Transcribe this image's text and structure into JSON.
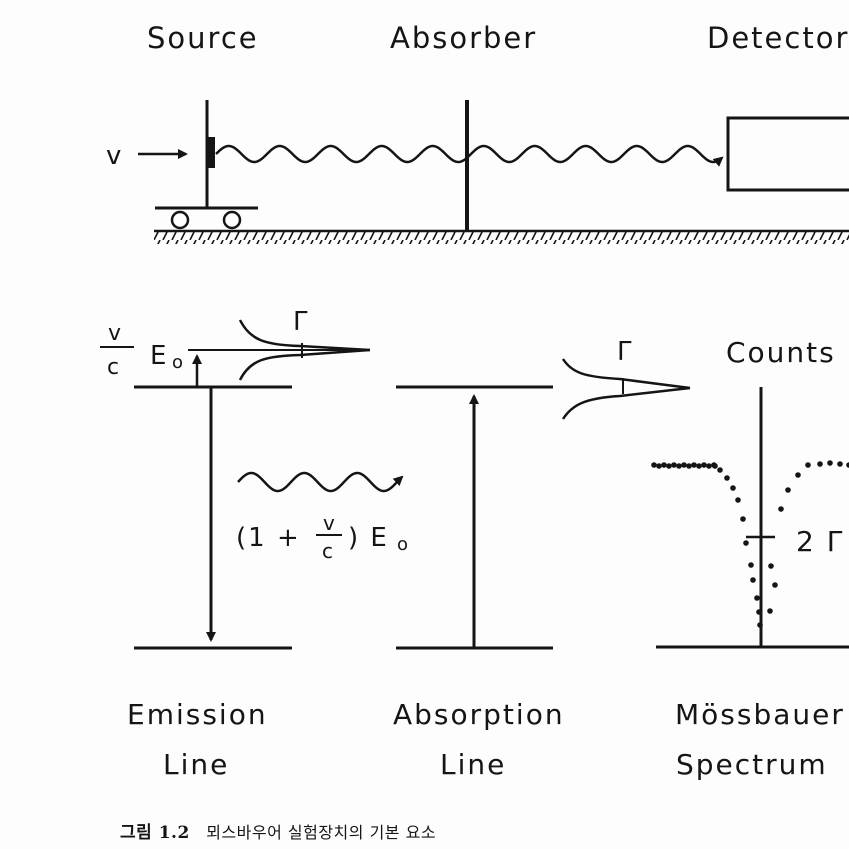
{
  "top_labels": {
    "source": "Source",
    "absorber": "Absorber",
    "detector": "Detector"
  },
  "velocity_label": "v",
  "emission": {
    "shift_fraction_num": "v",
    "shift_fraction_den": "c",
    "shift_energy": "E",
    "shift_energy_sub": "o",
    "linewidth_symbol": "Γ",
    "photon_energy_prefix": "(1 +",
    "photon_energy_num": "v",
    "photon_energy_den": "c",
    "photon_energy_suffix": ") E",
    "photon_energy_sub": "o",
    "label_line1": "Emission",
    "label_line2": "Line"
  },
  "absorption": {
    "linewidth_symbol": "Γ",
    "label_line1": "Absorption",
    "label_line2": "Line"
  },
  "spectrum": {
    "axis_label": "Counts",
    "width_label": "2 Γ",
    "label_line1": "Mössbauer",
    "label_line2": "Spectrum"
  },
  "caption": {
    "number": "그림 1.2",
    "text": "뫼스바우어 실험장치의 기본 요소"
  }
}
